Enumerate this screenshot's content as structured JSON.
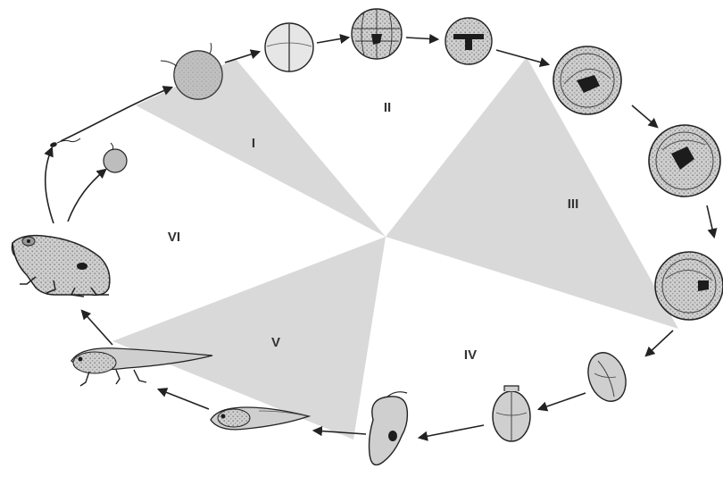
{
  "diagram": {
    "sector_labels": [
      "I",
      "II",
      "III",
      "IV",
      "V",
      "VI"
    ],
    "colors": {
      "wedge_fill": "#d9d9d9",
      "outline": "#222222",
      "stipple": "#8a8a8a",
      "embryo_fill": "#bdbdbd",
      "dark_mark": "#1c1c1c",
      "background": "#ffffff"
    },
    "stages": [
      "sperm",
      "egg",
      "fertilized-egg",
      "two-cell-stage",
      "blastula",
      "gastrula",
      "neurula-early",
      "neurula-mid",
      "neurula-late",
      "tailbud-embryo-1",
      "tailbud-embryo-2",
      "hatching-larva",
      "tadpole-young",
      "tadpole-with-legs",
      "adult-frog"
    ]
  }
}
